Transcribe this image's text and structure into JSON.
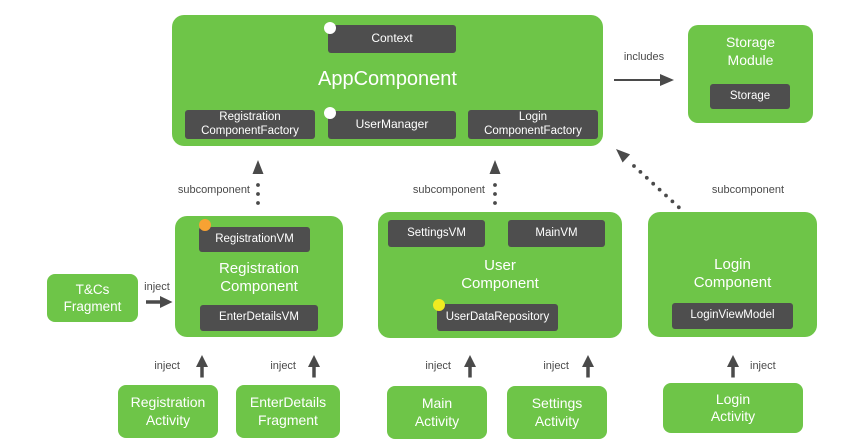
{
  "app_component": {
    "title": "AppComponent",
    "context_module": "Context",
    "registration_factory": "Registration\nComponentFactory",
    "user_manager": "UserManager",
    "login_factory": "Login\nComponentFactory"
  },
  "storage_module": {
    "title": "Storage\nModule",
    "storage": "Storage"
  },
  "registration_component": {
    "title": "Registration\nComponent",
    "registration_vm": "RegistrationVM",
    "enter_details_vm": "EnterDetailsVM"
  },
  "user_component": {
    "title": "User\nComponent",
    "settings_vm": "SettingsVM",
    "main_vm": "MainVM",
    "user_data_repository": "UserDataRepository"
  },
  "login_component": {
    "title": "Login\nComponent",
    "login_view_model": "LoginViewModel"
  },
  "tcs_fragment": {
    "title": "T&Cs\nFragment"
  },
  "activities": {
    "registration_activity": "Registration\nActivity",
    "enter_details_fragment": "EnterDetails\nFragment",
    "main_activity": "Main\nActivity",
    "settings_activity": "Settings\nActivity",
    "login_activity": "Login\nActivity"
  },
  "edge_labels": {
    "includes": "includes",
    "subcomponent": "subcomponent",
    "inject": "inject"
  },
  "colors": {
    "component_green": "#6EC548",
    "chip_dark": "#4E4E4E",
    "label_gray": "#4A4A4A",
    "text_white": "#FFFFFF",
    "scope_dot_white": "#FFFFFF",
    "scope_dot_orange": "#F7A233",
    "scope_dot_yellow": "#F0EB21"
  }
}
